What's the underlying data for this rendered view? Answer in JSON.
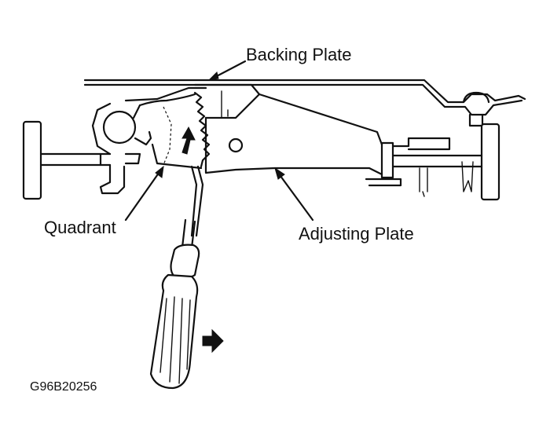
{
  "labels": {
    "backing_plate": "Backing Plate",
    "quadrant": "Quadrant",
    "adjusting_plate": "Adjusting Plate",
    "figure_code": "G96B20256"
  },
  "icons": [
    "arrow-up-icon",
    "arrow-right-icon",
    "screwdriver-icon"
  ]
}
